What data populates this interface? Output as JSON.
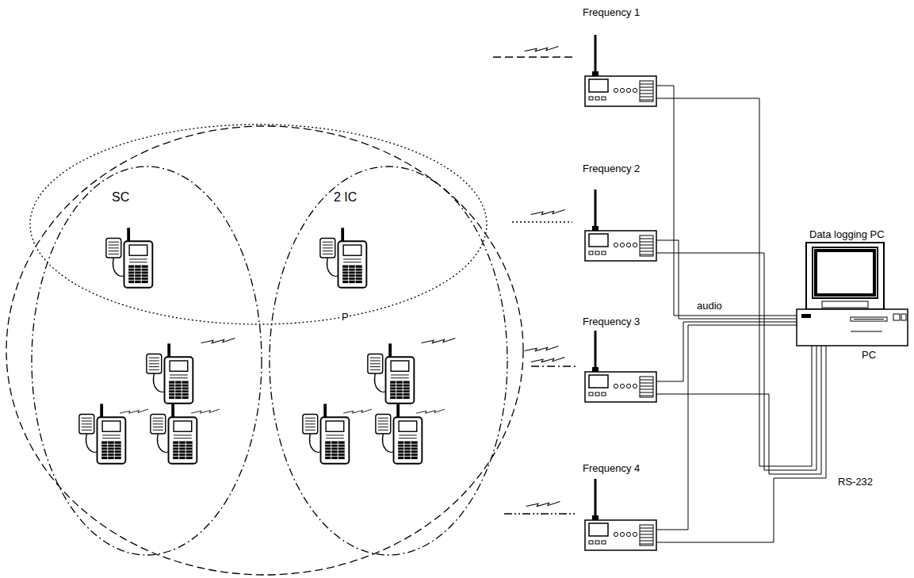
{
  "diagram": {
    "nodes": [
      {
        "text": [
          "Frequency 1"
        ]
      },
      {
        "text": [
          "Frequency 2"
        ]
      },
      {
        "text": [
          "Frequency 3"
        ]
      },
      {
        "text": [
          "Frequency 4"
        ]
      },
      {
        "text": [
          "Data logging PC",
          "PC"
        ]
      }
    ],
    "edges": [
      {
        "from": 0,
        "to": 4,
        "arrow": "none"
      },
      {
        "from": 1,
        "to": 4,
        "arrow": "none"
      },
      {
        "from": 2,
        "to": 4,
        "arrow": "none"
      },
      {
        "from": 3,
        "to": 4,
        "arrow": "none"
      }
    ],
    "labels": [
      "SC",
      "2 IC",
      "P",
      "audio",
      "RS-232"
    ]
  }
}
